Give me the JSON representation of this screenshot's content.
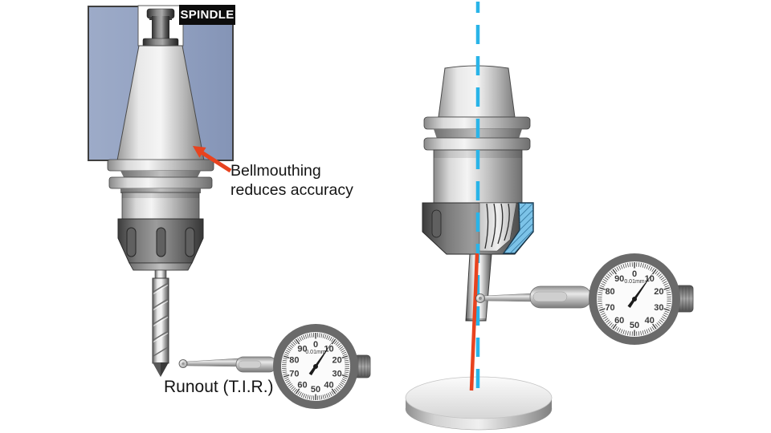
{
  "left_figure": {
    "spindle_label": "SPINDLE",
    "callout_line1": "Bellmouthing",
    "callout_line2": "reduces accuracy",
    "caption": "Runout (T.I.R.)"
  },
  "dial": {
    "numbers": [
      "0",
      "10",
      "20",
      "30",
      "40",
      "50",
      "60",
      "70",
      "80",
      "90"
    ],
    "increment": "0.01mm",
    "left_needle_angle": 34,
    "right_needle_angle": 35
  },
  "colors": {
    "arrow_red": "#e8431f",
    "centerline_cyan": "#29b4e8",
    "spindle_blue": "#93a2c2",
    "collet_section_blue": "#7cc3e8"
  }
}
